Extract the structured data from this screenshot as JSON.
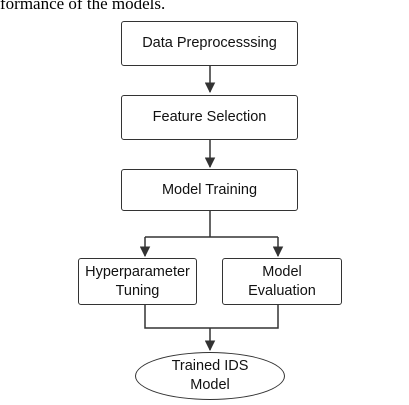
{
  "caption": "formance of the models.",
  "nodes": {
    "data_preprocessing": "Data Preprocesssing",
    "feature_selection": "Feature Selection",
    "model_training": "Model Training",
    "hyperparameter_tuning": "Hyperparameter\nTuning",
    "model_evaluation": "Model\nEvaluation",
    "trained_ids_model": "Trained IDS\nModel"
  },
  "colors": {
    "stroke": "#333333",
    "text": "#111111"
  }
}
